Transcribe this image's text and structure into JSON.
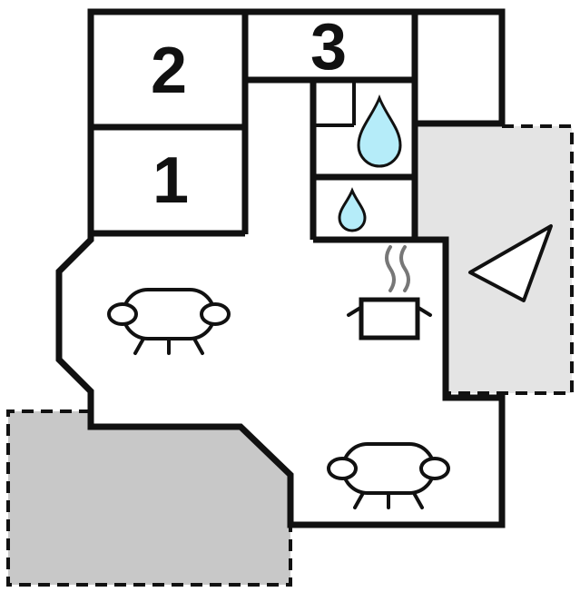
{
  "plan": {
    "rooms": [
      {
        "id": "room-2",
        "label": "2"
      },
      {
        "id": "room-1",
        "label": "1"
      },
      {
        "id": "room-3",
        "label": "3"
      }
    ],
    "icons": [
      {
        "name": "sofa-icon",
        "area": "living-room"
      },
      {
        "name": "sofa-icon",
        "area": "lounge"
      },
      {
        "name": "cooking-pot-icon",
        "area": "kitchen"
      },
      {
        "name": "steam-icon",
        "area": "kitchen"
      },
      {
        "name": "waterdrop-large-icon",
        "area": "bathroom"
      },
      {
        "name": "waterdrop-small-icon",
        "area": "toilet"
      },
      {
        "name": "direction-arrow-icon",
        "area": "terrace-right"
      }
    ],
    "colors": {
      "wall": "#111111",
      "background": "#ffffff",
      "terrace_right": "#e4e4e4",
      "terrace_bottom_left": "#c8c8c8",
      "water": "#b5ecf9",
      "steam": "#777777"
    }
  }
}
